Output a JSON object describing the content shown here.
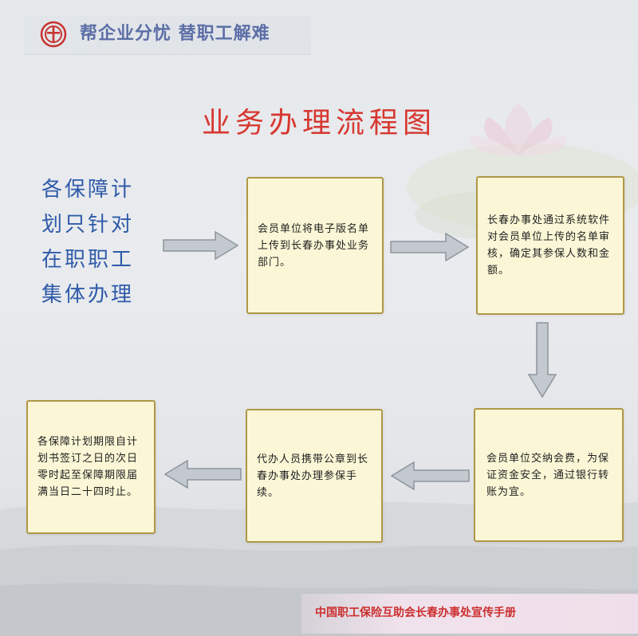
{
  "banner": {
    "slogan": "帮企业分忧  替职工解难"
  },
  "title": "业务办理流程图",
  "side_text": [
    "各保障计",
    "划只针对",
    "在职职工",
    "集体办理"
  ],
  "steps": [
    {
      "text": "会员单位将电子版名单上传到长春办事处业务部门。"
    },
    {
      "text": "长春办事处通过系统软件对会员单位上传的名单审核，确定其参保人数和金额。"
    },
    {
      "text": "会员单位交纳会费，为保证资金安全，通过银行转账为宜。"
    },
    {
      "text": "代办人员携带公章到长春办事处办理参保手续。"
    },
    {
      "text": "各保障计划期限自计划书签订之日的次日零时起至保障期限届满当日二十四时止。"
    }
  ],
  "footer": "中国职工保险互助会长春办事处宣传手册",
  "colors": {
    "title": "#d73730",
    "side_text": "#2f5ba9",
    "box_fill": "#fbf7d6",
    "box_border": "#b09746",
    "arrow": "#bfc6cd",
    "footer": "#cc2f2f"
  },
  "icons": [
    "union-logo-icon",
    "lotus-flower-icon",
    "right-arrow-icon",
    "down-arrow-icon",
    "left-arrow-icon"
  ]
}
